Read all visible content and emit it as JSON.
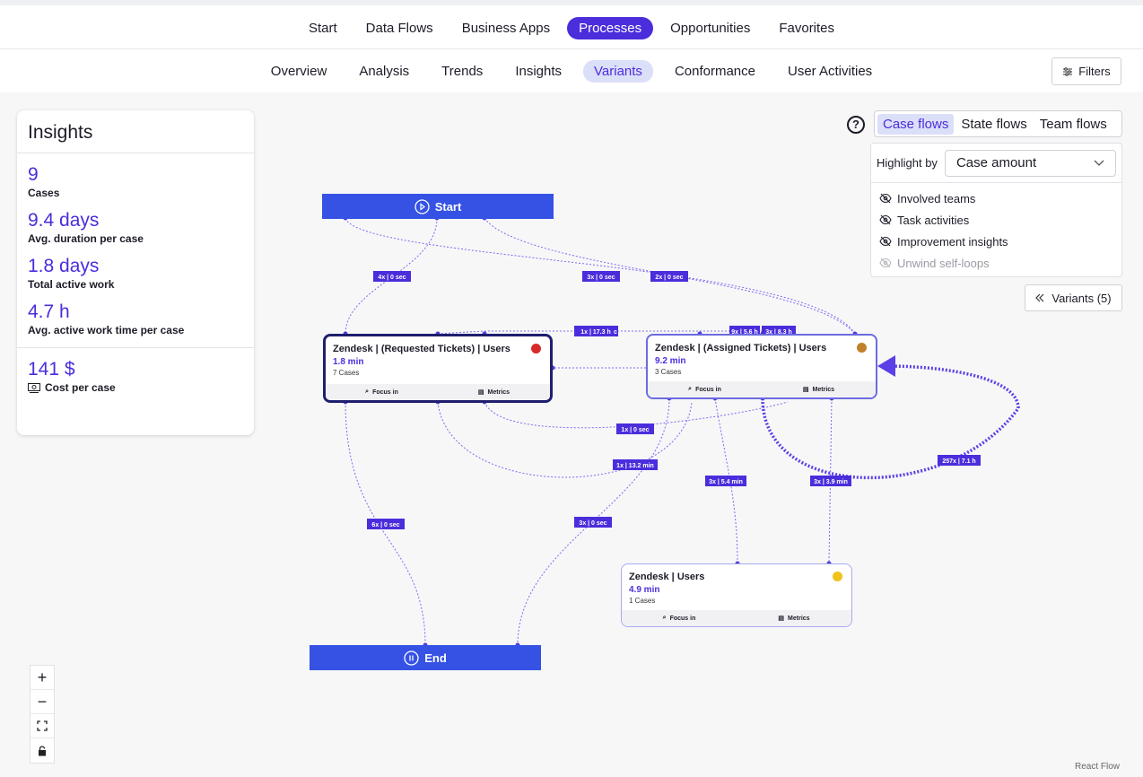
{
  "topnav": {
    "items": [
      "Start",
      "Data Flows",
      "Business Apps",
      "Processes",
      "Opportunities",
      "Favorites"
    ],
    "active": "Processes"
  },
  "subnav": {
    "items": [
      "Overview",
      "Analysis",
      "Trends",
      "Insights",
      "Variants",
      "Conformance",
      "User Activities"
    ],
    "active": "Variants",
    "filters_label": "Filters"
  },
  "insights": {
    "title": "Insights",
    "metrics": [
      {
        "value": "9",
        "label": "Cases"
      },
      {
        "value": "9.4 days",
        "label": "Avg. duration per case"
      },
      {
        "value": "1.8 days",
        "label": "Total active work"
      },
      {
        "value": "4.7 h",
        "label": "Avg. active work time per case"
      }
    ],
    "cost": {
      "value": "141 $",
      "label": "Cost per case"
    }
  },
  "flow_toggle": {
    "help": "?",
    "options": [
      "Case flows",
      "State flows",
      "Team flows"
    ],
    "active": "Case flows"
  },
  "highlight": {
    "label": "Highlight by",
    "value": "Case amount",
    "toggles": [
      "Involved teams",
      "Task activities",
      "Improvement insights",
      "Unwind self-loops"
    ]
  },
  "variants_button": "Variants (5)",
  "graph": {
    "start": "Start",
    "end": "End",
    "nodes": [
      {
        "title": "Zendesk | (Requested Tickets) | Users",
        "duration": "1.8 min",
        "cases": "7 Cases",
        "focus": "Focus in",
        "metrics": "Metrics",
        "dot_color": "#d62a2a"
      },
      {
        "title": "Zendesk | (Assigned Tickets) | Users",
        "duration": "9.2 min",
        "cases": "3 Cases",
        "focus": "Focus in",
        "metrics": "Metrics",
        "dot_color": "#c0812a"
      },
      {
        "title": "Zendesk | Users",
        "duration": "4.9 min",
        "cases": "1 Cases",
        "focus": "Focus in",
        "metrics": "Metrics",
        "dot_color": "#f1c21b"
      }
    ],
    "edge_labels": [
      "4x | 0 sec",
      "3x | 0 sec",
      "2x | 0 sec",
      "1x | 17.3 h",
      "c",
      "9x | 5.6 h",
      "3x | 8.3 h",
      "1x | 0 sec",
      "1x | 13.2 min",
      "3x | 5.4 min",
      "3x | 3.9 min",
      "257x | 7.1 h",
      "6x | 0 sec",
      "3x | 0 sec"
    ],
    "colors": {
      "accent": "#4b2ddc",
      "bar": "#3552e5",
      "edge": "#7b6cf0"
    }
  },
  "zoom_controls": [
    "+",
    "−",
    "fit",
    "lock"
  ],
  "attribution": "React Flow"
}
